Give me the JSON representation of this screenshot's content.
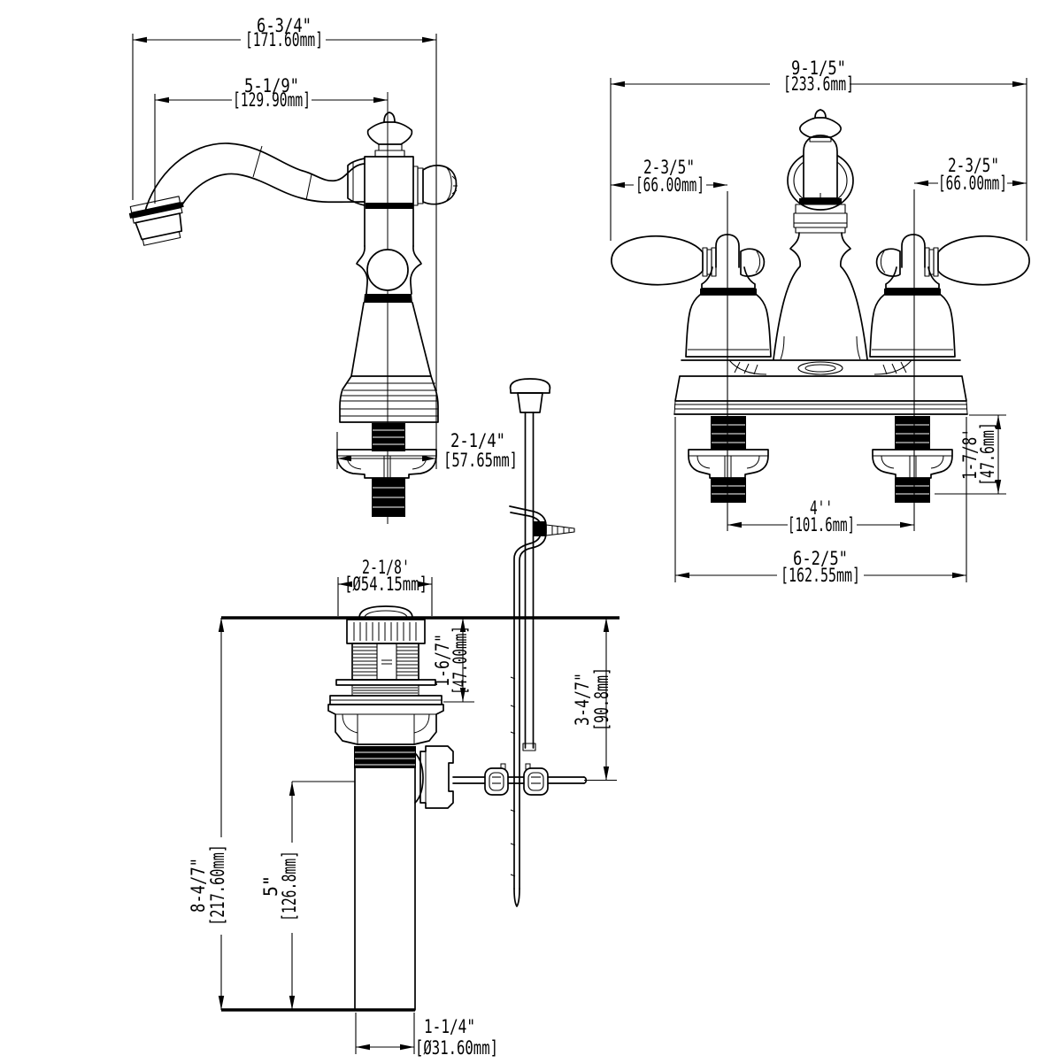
{
  "colors": {
    "ink": "#000000",
    "background": "#ffffff"
  },
  "dims": {
    "side_overall": {
      "in": "6-3/4\"",
      "mm": "[171.60mm]"
    },
    "side_reach": {
      "in": "5-1/9\"",
      "mm": "[129.90mm]"
    },
    "side_shank_width": {
      "in": "2-1/4\"",
      "mm": "[57.65mm]"
    },
    "front_overall": {
      "in": "9-1/5\"",
      "mm": "[233.6mm]"
    },
    "front_left_handle": {
      "in": "2-3/5\"",
      "mm": "[66.00mm]"
    },
    "front_right_handle": {
      "in": "2-3/5\"",
      "mm": "[66.00mm]"
    },
    "front_shank_length": {
      "in": "1-7/8'",
      "mm": "[47.6mm]"
    },
    "front_centers": {
      "in": "4''",
      "mm": "[101.6mm]"
    },
    "front_base": {
      "in": "6-2/5\"",
      "mm": "[162.55mm]"
    },
    "drain_flange": {
      "in": "2-1/8'",
      "mm": "[Ø54.15mm]"
    },
    "drain_under_deck": {
      "in": "1-6/7\"",
      "mm": "[47.00mm]"
    },
    "drain_upper": {
      "in": "3-4/7\"",
      "mm": "[90.8mm]"
    },
    "drain_overall": {
      "in": "8-4/7\"",
      "mm": "[217.60mm]"
    },
    "drain_tailpiece": {
      "in": "5\"",
      "mm": "[126.8mm]"
    },
    "drain_outlet": {
      "in": "1-1/4\"",
      "mm": "[Ø31.60mm]"
    }
  }
}
